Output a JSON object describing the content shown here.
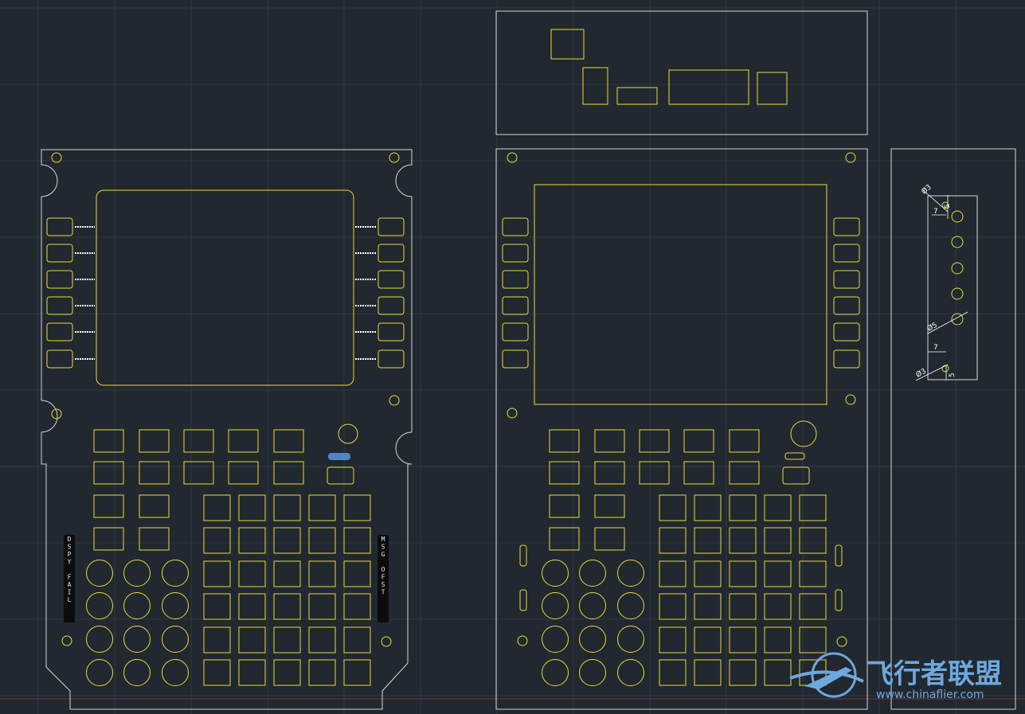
{
  "colors": {
    "background": "#212830",
    "grid": "#2d3742",
    "outline": "#d8d8d8",
    "part": "#e6dc3a",
    "accent_blue": "#4f86c6",
    "watermark": "#6ea8dd"
  },
  "left_panel": {
    "annunciator_left": "DSPY FAIL",
    "annunciator_right": "MSG OFST"
  },
  "dimensions": {
    "top_dia": "Ø3",
    "top_gap": "7",
    "top_offset": "5",
    "mid_dia": "Ø5",
    "bottom_gap": "7",
    "bottom_dia": "Ø3",
    "bottom_offset": "5"
  },
  "watermark": {
    "site_name": "飞行者联盟",
    "url": "www.chinaflier.com"
  }
}
